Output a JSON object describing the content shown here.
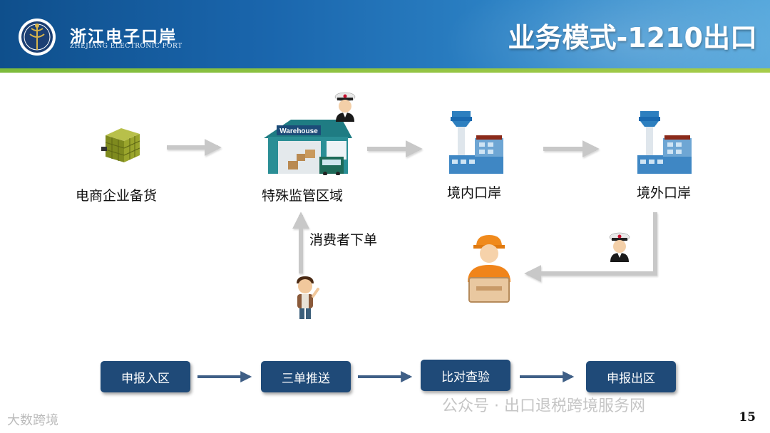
{
  "header": {
    "logo_cn": "浙江电子口岸",
    "logo_en": "ZHEJIANG ELECTRONIC PORT",
    "title": "业务模式-1210出口"
  },
  "flow": {
    "nodes": [
      {
        "label": "电商企业备货",
        "icon": "cargo-pallet-icon"
      },
      {
        "label": "特殊监管区域",
        "icon": "warehouse-icon",
        "sign": "Warehouse"
      },
      {
        "label": "境内口岸",
        "icon": "port-tower-icon"
      },
      {
        "label": "境外口岸",
        "icon": "port-tower-icon"
      }
    ],
    "consumer_order_label": "消费者下单",
    "icons": [
      "customs-officer-icon",
      "consumer-person-icon",
      "delivery-courier-icon"
    ]
  },
  "process": {
    "steps": [
      "申报入区",
      "三单推送",
      "比对查验",
      "申报出区"
    ]
  },
  "footer": {
    "page_number": "15",
    "watermark_left": "大数跨境",
    "watermark_right": "公众号 · 出口退税跨境服务网"
  },
  "colors": {
    "header_blue": "#1a66ad",
    "accent_green": "#8cc63f",
    "process_box": "#1f4a78",
    "arrow_gray": "#c8c8c8"
  }
}
